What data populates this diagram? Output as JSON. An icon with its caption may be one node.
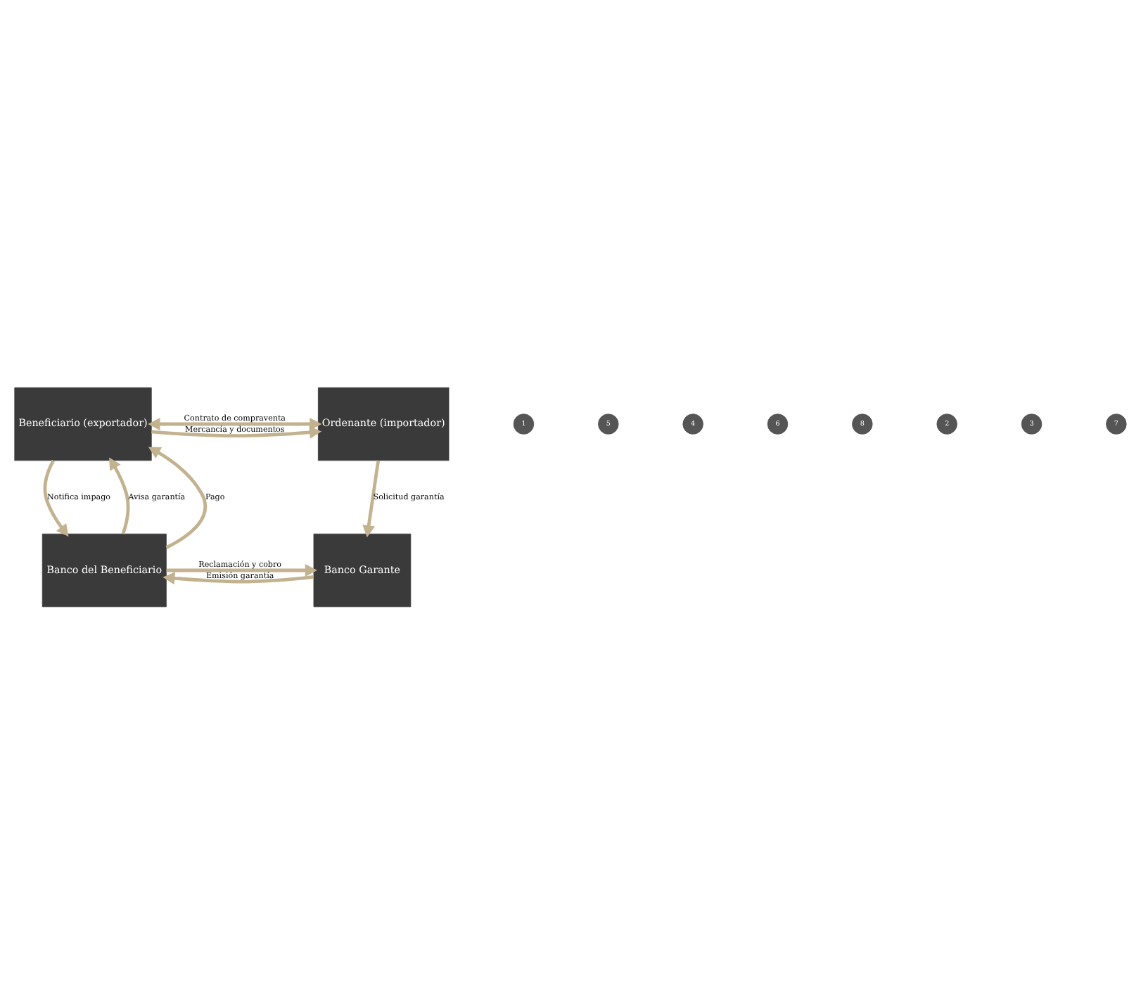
{
  "diagram": {
    "nodes": [
      {
        "text": [
          "Beneficiario (exportador)"
        ]
      },
      {
        "text": [
          "Ordenante (importador)"
        ]
      },
      {
        "text": [
          "Banco del Beneficiario"
        ]
      },
      {
        "text": [
          "Banco Garante"
        ]
      }
    ],
    "edges": [
      {
        "from": 0,
        "to": 1,
        "arrow": "both",
        "label": "Contrato de compraventa"
      },
      {
        "from": 0,
        "to": 1,
        "arrow": "to",
        "label": "Mercancía y documentos"
      },
      {
        "from": 1,
        "to": 3,
        "arrow": "to",
        "label": "Solicitud garantía"
      },
      {
        "from": 3,
        "to": 2,
        "arrow": "to",
        "label": "Emisión garantía"
      },
      {
        "from": 2,
        "to": 0,
        "arrow": "to",
        "label": "Avisa garantía"
      },
      {
        "from": 0,
        "to": 2,
        "arrow": "to",
        "label": "Notifica impago"
      },
      {
        "from": 2,
        "to": 0,
        "arrow": "to",
        "label": "Pago"
      },
      {
        "from": 2,
        "to": 3,
        "arrow": "to",
        "label": "Reclamación y cobro"
      }
    ],
    "labels": [
      "1",
      "5",
      "4",
      "6",
      "8",
      "2",
      "3",
      "7"
    ]
  }
}
